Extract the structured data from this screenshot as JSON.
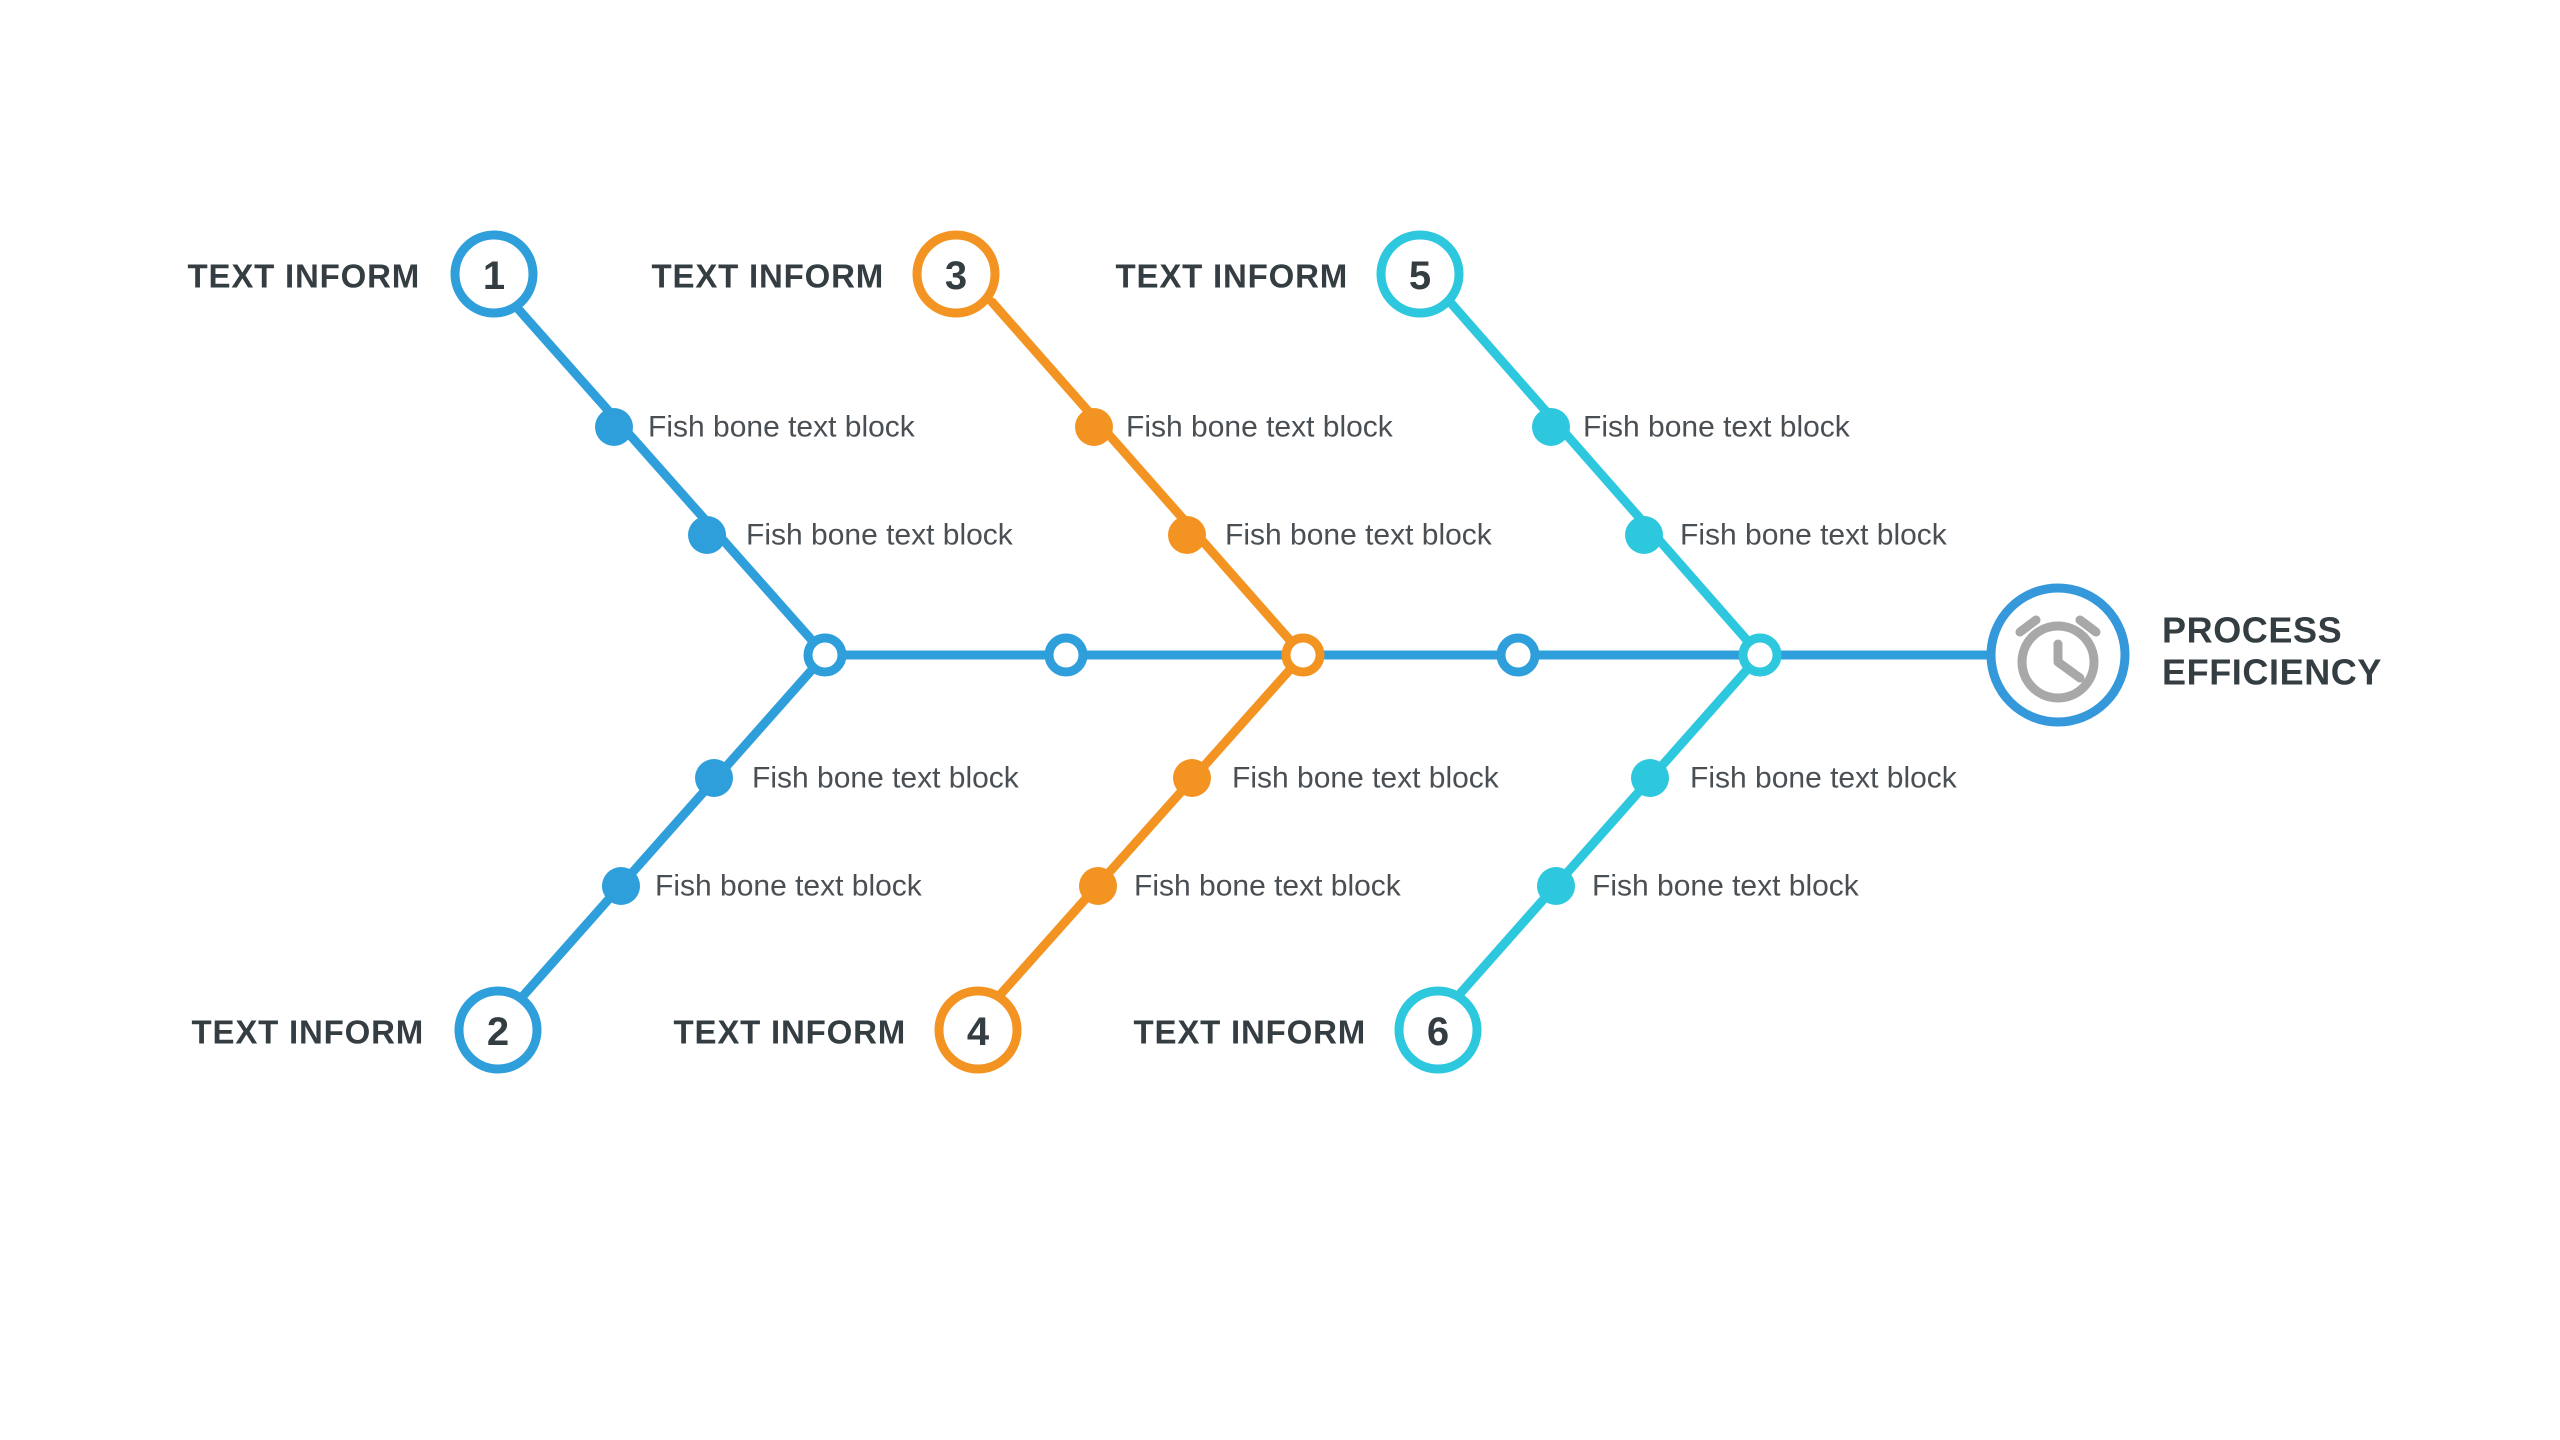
{
  "diagram": {
    "type": "fishbone-ishikawa",
    "head": {
      "title_line1": "PROCESS",
      "title_line2": "EFFICIENCY",
      "icon": "alarm-clock-icon",
      "ring_color": "#3498db",
      "icon_color": "#a8a8a8"
    },
    "colors": {
      "blue": "#2f9fdb",
      "orange": "#f39422",
      "cyan": "#2dc8de",
      "text_dark": "#343d42",
      "text_body": "#4a4f54",
      "background": "#ffffff"
    },
    "spine": {
      "label": "main-spine",
      "color": "#2f9fdb",
      "plain_nodes": 2
    },
    "branches": [
      {
        "id": 1,
        "number": "1",
        "position": "top",
        "color": "#2f9fdb",
        "inform_label": "TEXT INFORM",
        "bones": [
          {
            "label": "Fish bone text block"
          },
          {
            "label": "Fish bone text block"
          }
        ]
      },
      {
        "id": 2,
        "number": "2",
        "position": "bottom",
        "color": "#2f9fdb",
        "inform_label": "TEXT INFORM",
        "bones": [
          {
            "label": "Fish bone text block"
          },
          {
            "label": "Fish bone text block"
          }
        ]
      },
      {
        "id": 3,
        "number": "3",
        "position": "top",
        "color": "#f39422",
        "inform_label": "TEXT INFORM",
        "bones": [
          {
            "label": "Fish bone text block"
          },
          {
            "label": "Fish bone text block"
          }
        ]
      },
      {
        "id": 4,
        "number": "4",
        "position": "bottom",
        "color": "#f39422",
        "inform_label": "TEXT INFORM",
        "bones": [
          {
            "label": "Fish bone text block"
          },
          {
            "label": "Fish bone text block"
          }
        ]
      },
      {
        "id": 5,
        "number": "5",
        "position": "top",
        "color": "#2dc8de",
        "inform_label": "TEXT INFORM",
        "bones": [
          {
            "label": "Fish bone text block"
          },
          {
            "label": "Fish bone text block"
          }
        ]
      },
      {
        "id": 6,
        "number": "6",
        "position": "bottom",
        "color": "#2dc8de",
        "inform_label": "TEXT INFORM",
        "bones": [
          {
            "label": "Fish bone text block"
          },
          {
            "label": "Fish bone text block"
          }
        ]
      }
    ]
  }
}
